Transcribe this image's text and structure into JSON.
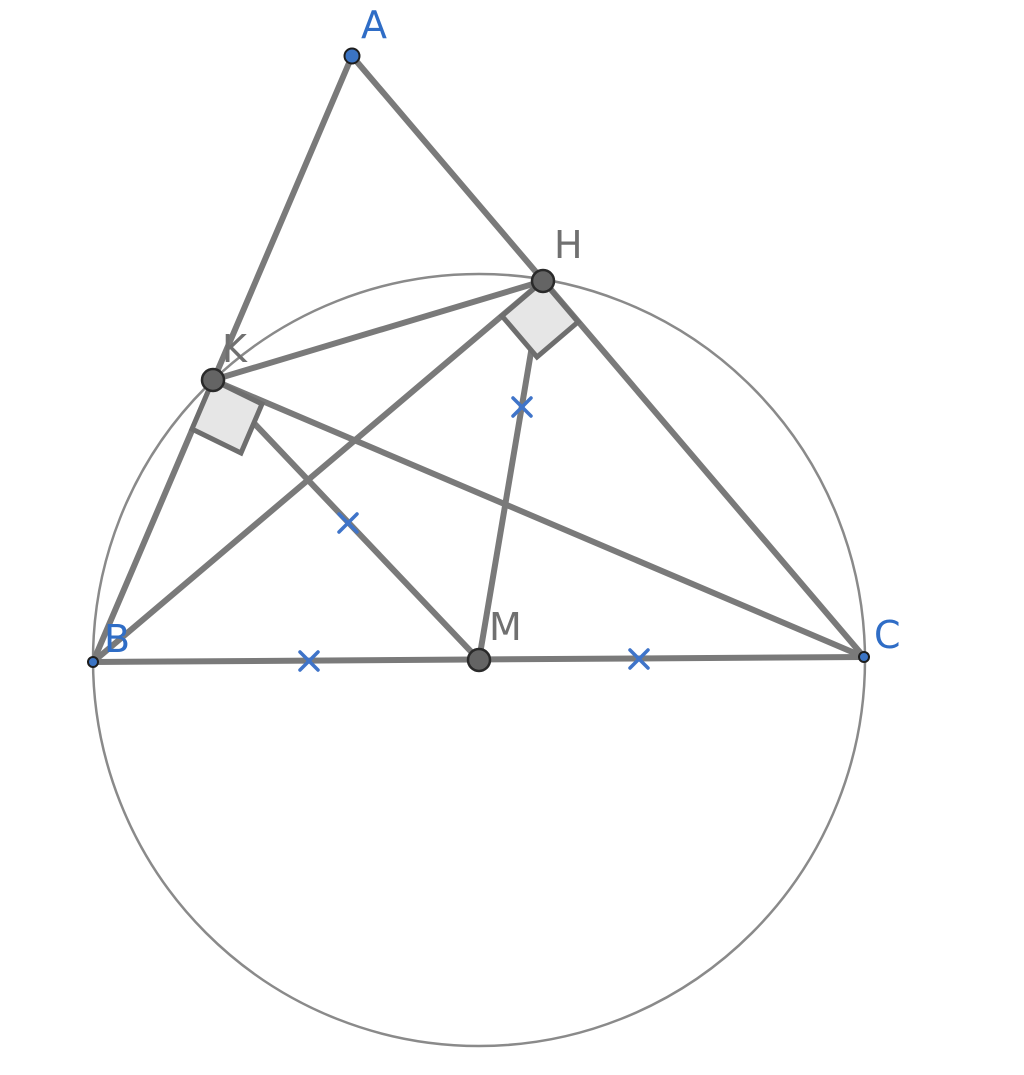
{
  "points": {
    "A": {
      "label": "A",
      "label_color": "#2f6dc6",
      "fill": "#3b74c4"
    },
    "H": {
      "label": "H",
      "label_color": "#707070",
      "fill": "#646464"
    },
    "K": {
      "label": "K",
      "label_color": "#707070",
      "fill": "#646464"
    },
    "B": {
      "label": "B",
      "label_color": "#2f6dc6",
      "fill": "#3b74c4"
    },
    "M": {
      "label": "M",
      "label_color": "#707070",
      "fill": "#646464"
    },
    "C": {
      "label": "C",
      "label_color": "#2f6dc6",
      "fill": "#3b74c4"
    }
  },
  "segments": [
    [
      "A",
      "B"
    ],
    [
      "A",
      "C"
    ],
    [
      "B",
      "C"
    ],
    [
      "B",
      "H"
    ],
    [
      "C",
      "K"
    ],
    [
      "K",
      "H"
    ],
    [
      "K",
      "M"
    ],
    [
      "H",
      "M"
    ]
  ],
  "circle": {
    "center": "M",
    "through": "B"
  },
  "right_angles": [
    "K",
    "H"
  ],
  "equal_marks": [
    [
      "B",
      "M"
    ],
    [
      "M",
      "C"
    ],
    [
      "K",
      "M"
    ],
    [
      "H",
      "M"
    ]
  ],
  "colors": {
    "segment": "#7a7a7a",
    "circle": "#8a8a8a",
    "tick": "#3f74c9",
    "right_angle_fill": "#e6e6e6"
  }
}
